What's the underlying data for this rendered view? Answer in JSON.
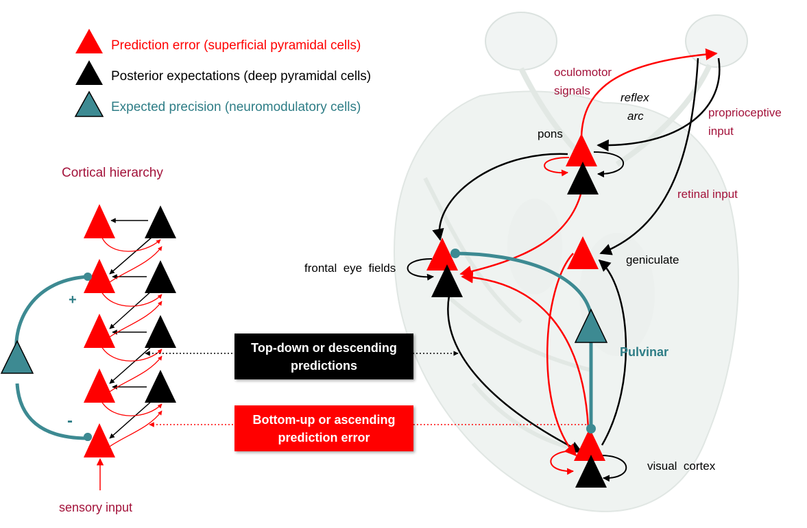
{
  "colors": {
    "red": "#ff0000",
    "black": "#000000",
    "teal": "#3d8a92",
    "maroon": "#a3123a",
    "teal_text": "#2e7d86"
  },
  "legend": [
    {
      "label": "Prediction error (superficial pyramidal cells)",
      "color": "red"
    },
    {
      "label": "Posterior expectations (deep pyramidal cells)",
      "color": "black"
    },
    {
      "label": "Expected precision (neuromodulatory cells)",
      "color": "teal"
    }
  ],
  "hierarchy": {
    "title": "Cortical hierarchy",
    "plus_sign": "+",
    "minus_sign": "-",
    "sensory_input": "sensory input"
  },
  "boxes": {
    "top_down_line1": "Top-down or descending",
    "top_down_line2": "predictions",
    "bottom_up_line1": "Bottom-up or ascending",
    "bottom_up_line2": "prediction error"
  },
  "brain": {
    "oculomotor_line1": "oculomotor",
    "oculomotor_line2": "signals",
    "reflex_line1": "reflex",
    "reflex_line2": "arc",
    "proprioceptive_line1": "proprioceptive",
    "proprioceptive_line2": "input",
    "pons": "pons",
    "retinal_input": "retinal input",
    "frontal_eye_fields": "frontal  eye  fields",
    "geniculate": "geniculate",
    "pulvinar": "Pulvinar",
    "visual_cortex": "visual  cortex"
  }
}
